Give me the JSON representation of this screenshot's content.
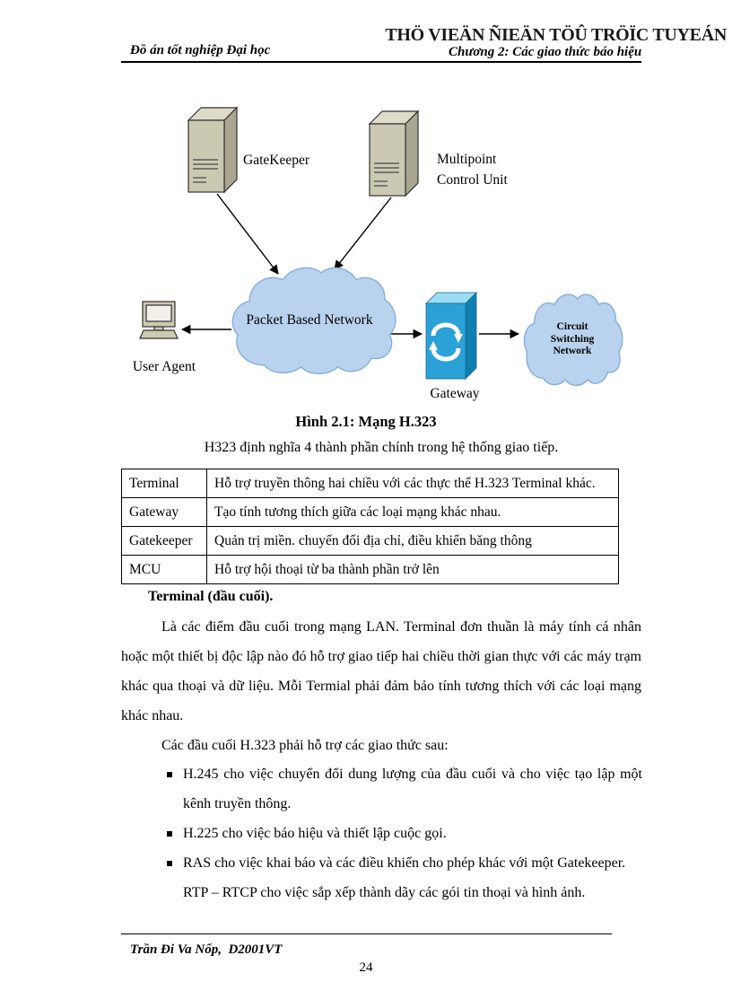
{
  "watermark": "THÖ VIEÄN ÑIEÄN TÖÛ TRÖÏC TUYEÁN",
  "header": {
    "left": "Đồ án tốt nghiệp Đại học",
    "right": "Chương 2: Các giao thức báo hiệu"
  },
  "diagram": {
    "gatekeeper_label": "GateKeeper",
    "mcu_label_line1": "Multipoint",
    "mcu_label_line2": "Control Unit",
    "packet_network_label": "Packet Based Network",
    "user_agent_label": "User Agent",
    "gateway_label": "Gateway",
    "circuit_label_line1": "Circuit",
    "circuit_label_line2": "Switching",
    "circuit_label_line3": "Network",
    "colors": {
      "cloud_fill": "#b9d2ee",
      "gateway_front": "#2aa2d8",
      "gateway_top": "#9adcf2",
      "gateway_side": "#0f7fb0"
    }
  },
  "caption": "Hình 2.1: Mạng H.323",
  "intro": "H323 định nghĩa 4 thành phần chính trong hệ thống giao tiếp.",
  "table": {
    "rows": [
      {
        "term": "Terminal",
        "desc": "Hỗ trợ truyền thông hai chiều với các thực thể H.323 Terminal khác."
      },
      {
        "term": "Gateway",
        "desc": "Tạo tính tương thích giữa các loại mạng khác nhau."
      },
      {
        "term": "Gatekeeper",
        "desc": "Quản trị miền. chuyển đổi địa chỉ, điều khiển băng thông"
      },
      {
        "term": "MCU",
        "desc": "Hỗ trợ hội thoại từ ba thành phần trở lên"
      }
    ]
  },
  "section": {
    "heading": "Terminal (đầu cuối).",
    "para1": "Là các điểm đầu cuối trong mạng LAN. Terminal đơn thuần là máy tính cá nhân hoặc một thiết bị độc lập nào đó hỗ trợ giao tiếp hai chiều thời gian thực với các máy trạm khác qua thoại và dữ liệu. Mỗi Termial phải đảm bảo tính tương thích với các loại mạng khác nhau.",
    "para2": "Các đầu cuối H.323 phải hỗ trợ các giao thức sau:",
    "bullets": [
      "H.245 cho việc chuyển đổi dung lượng của đầu cuối và cho việc tạo lập một kênh truyền thông.",
      "H.225 cho việc báo hiệu và thiết lập cuộc gọi.",
      "RAS cho việc khai báo và các điều khiển cho phép khác với một Gatekeeper.",
      "RTP – RTCP cho việc sắp xếp thành dãy các gói tin thoại và hình ảnh."
    ]
  },
  "footer": {
    "author": "Trần Đi Va Nốp,  D2001VT",
    "page_number": "24"
  }
}
